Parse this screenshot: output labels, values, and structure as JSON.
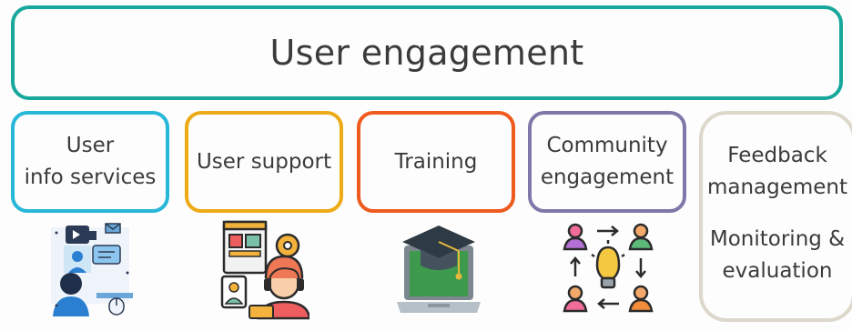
{
  "title": "User engagement",
  "boxes": [
    {
      "lines": [
        "User",
        "info services"
      ]
    },
    {
      "lines": [
        "User support"
      ]
    },
    {
      "lines": [
        "Training"
      ]
    },
    {
      "lines": [
        "Community",
        "engagement"
      ]
    },
    {
      "lines": [
        "Feedback",
        "management",
        "Monitoring &",
        "evaluation"
      ]
    }
  ],
  "icons": [
    "video-call-user-icon",
    "customer-support-agent-icon",
    "graduation-laptop-icon",
    "community-idea-exchange-icon"
  ],
  "colors": {
    "banner_border": "#17a89b",
    "info_services": "#27b7d8",
    "user_support": "#ecaa17",
    "training": "#ef5a1e",
    "community": "#7e78a8",
    "feedback": "#dcd8cc"
  }
}
